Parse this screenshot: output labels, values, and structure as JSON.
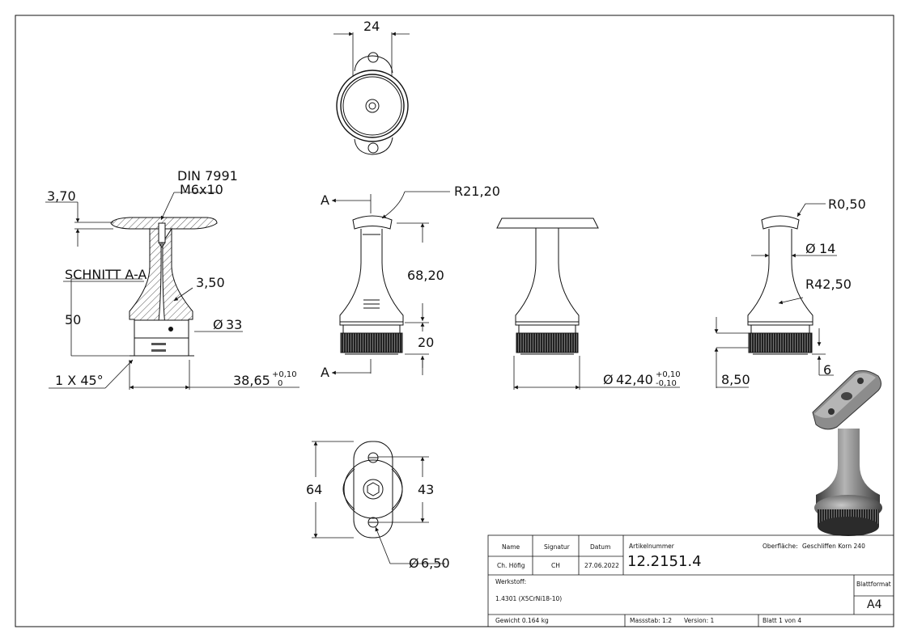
{
  "dimensions": {
    "top_width": "24",
    "din": "DIN 7991",
    "screw": "M6x10",
    "plate_thickness": "3,70",
    "section": "SCHNITT A-A",
    "wall": "3,50",
    "height_50": "50",
    "dia_33": "33",
    "chamfer": "1 X 45°",
    "base_dia": "38,65",
    "base_tol_upper": "+0,10",
    "base_tol_lower": "0",
    "section_mark": "A",
    "radius_saddle": "R21,20",
    "height_total": "68,20",
    "height_ring": "20",
    "outer_dia": "42,40",
    "outer_tol_upper": "+0,10",
    "outer_tol_lower": "-0,10",
    "edge_radius": "R0,50",
    "stem_dia": "14",
    "flare_radius": "R42,50",
    "ring_offset": "8,50",
    "ring_step": "6",
    "plate_length": "64",
    "hole_distance": "43",
    "hole_dia": "6,50",
    "dia_symbol": "Ø"
  },
  "title_block": {
    "name_label": "Name",
    "signature_label": "Signatur",
    "date_label": "Datum",
    "name_value": "Ch. Höfig",
    "signature_value": "CH",
    "date_value": "27.06.2022",
    "article_label": "Artikelnummer",
    "article_number": "12.2151.4",
    "surface_label": "Oberfläche:",
    "surface_value": "Geschliffen Korn 240",
    "material_label": "Werkstoff:",
    "material_value": "1.4301 (X5CrNi18-10)",
    "sheet_format_label": "Blattformat",
    "sheet_format": "A4",
    "weight": "Gewicht 0.164 kg",
    "scale": "Massstab: 1:2",
    "version": "Version: 1",
    "sheet": "Blatt 1 von 4"
  }
}
